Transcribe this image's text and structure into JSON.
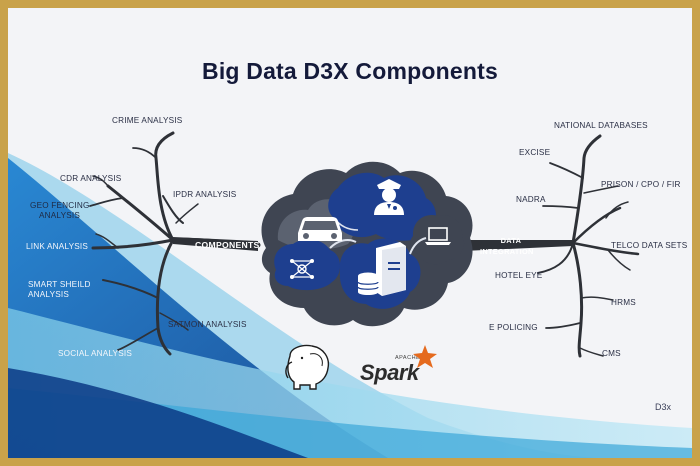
{
  "title": "Big Data D3X Components",
  "left_hub": "COMPONENTS",
  "right_hub": {
    "line1": "DATA",
    "line2": "INTEGRATION"
  },
  "left_items": {
    "crime": "CRIME ANALYSIS",
    "cdr": "CDR ANALYSIS",
    "ipdr": "IPDR ANALYSIS",
    "geo_line1": "GEO FENCING",
    "geo_line2": "ANALYSIS",
    "link": "LINK ANALYSIS",
    "smart_line1": "SMART SHEILD",
    "smart_line2": "ANALYSIS",
    "satmon": "SATMON ANALYSIS",
    "social": "SOCIAL ANALYSIS"
  },
  "right_items": {
    "national": "NATIONAL DATABASES",
    "excise": "EXCISE",
    "nadra": "NADRA",
    "prison": "PRISON / CPO / FIR",
    "telco": "TELCO DATA SETS",
    "hotel": "HOTEL EYE",
    "hrms": "HRMS",
    "epolicing": "E POLICING",
    "cms": "CMS"
  },
  "logos": {
    "spark": "Spark",
    "apache": "APACHE"
  },
  "brand": "D3x",
  "icons": [
    "car-icon",
    "police-officer-icon",
    "laptop-icon",
    "network-icon",
    "server-database-icon",
    "hadoop-elephant-icon",
    "spark-star-icon"
  ],
  "colors": {
    "frame": "#c9a24a",
    "title": "#141a3a",
    "cloud_dark": "#3f4552",
    "cloud_blue": "#1e3f8f",
    "tree": "#2e3137"
  }
}
